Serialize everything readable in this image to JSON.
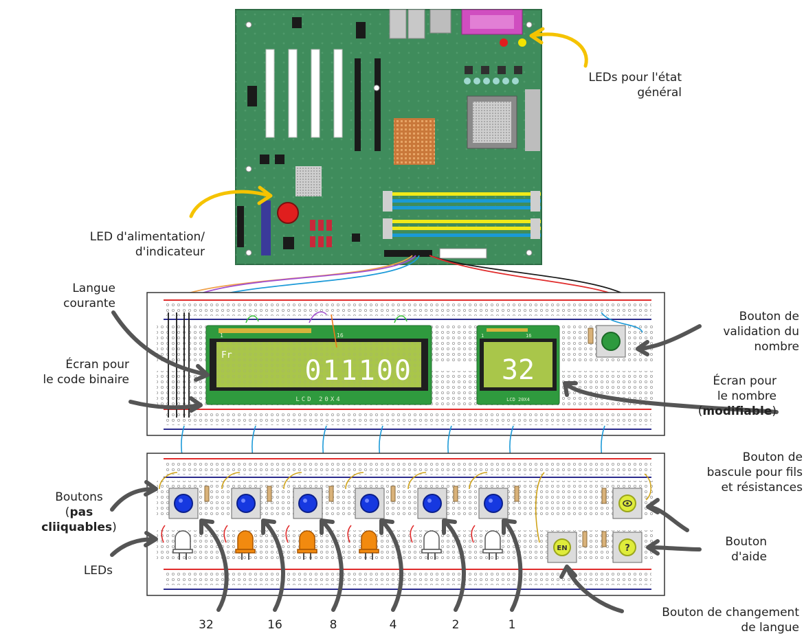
{
  "annotations": {
    "leds_general": [
      "LEDs pour l'état",
      "général"
    ],
    "led_power": [
      "LED d'alimentation/",
      "d'indicateur"
    ],
    "current_language": [
      "Langue",
      "courante"
    ],
    "binary_screen": [
      "Écran pour",
      "le code binaire"
    ],
    "buttons": [
      "Boutons",
      "(",
      "pas",
      "cliiquables",
      ")"
    ],
    "leds": "LEDs",
    "validate_button": [
      "Bouton de",
      "validation du",
      "nombre"
    ],
    "number_screen": [
      "Écran pour",
      "le nombre",
      "(",
      "modifiable",
      ")"
    ],
    "toggle_button": [
      "Bouton de",
      "bascule pour fils",
      "et résistances"
    ],
    "help_button": [
      "Bouton",
      "d'aide"
    ],
    "lang_button": [
      "Bouton de changement",
      "de langue"
    ]
  },
  "bit_labels": [
    "32",
    "16",
    "8",
    "4",
    "2",
    "1"
  ],
  "bit_leds_on": [
    false,
    true,
    true,
    true,
    false,
    false
  ],
  "lcd_binary": {
    "lang": "Fr",
    "code": "011100",
    "pin_left": "1",
    "pin_right": "16",
    "model": "LCD 20X4"
  },
  "lcd_number": {
    "value": "32",
    "pin_left": "1",
    "pin_right": "16",
    "model": "LCD 20X4"
  },
  "buttons_text": {
    "lang": "EN",
    "help": "?"
  },
  "colors": {
    "pcb": "#3f8c5c",
    "lcd_board": "#2f9a3e",
    "lcd_screen": "#a9c64a",
    "led_on": "#f28a0f",
    "button_blue": "#1638e0",
    "button_green": "#2e9a3e",
    "button_yellow": "#dfec3b",
    "rail_red": "#e02b2b",
    "rail_blue": "#2a2a8c",
    "arrow_gray": "#555555",
    "arrow_yellow": "#f5c300"
  }
}
